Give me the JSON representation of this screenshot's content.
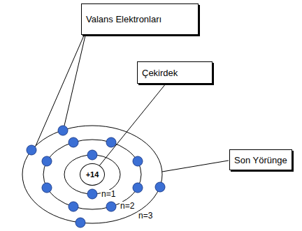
{
  "diagram": {
    "nodes": [
      {
        "text": [
          "Valans Elektronları"
        ]
      },
      {
        "text": [
          "Çekirdek"
        ]
      },
      {
        "text": [
          "Son Yörünge"
        ]
      },
      {
        "text": [
          "+14"
        ]
      }
    ],
    "edges": [
      {
        "from": 1,
        "to": 3,
        "arrow": "none"
      }
    ],
    "labels": [
      "n=1",
      "n=2",
      "n=3"
    ]
  }
}
